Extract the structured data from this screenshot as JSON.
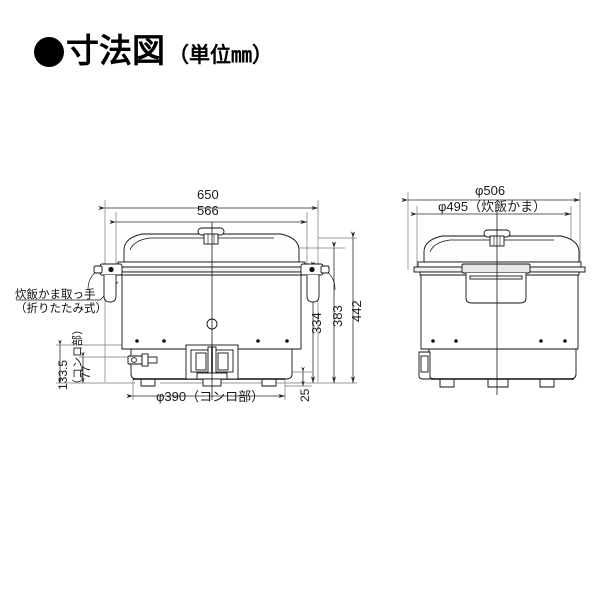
{
  "title": {
    "bullet_icon": "filled-circle-bullet",
    "main": "寸法図",
    "unit": "（単位㎜）"
  },
  "drawing": {
    "units": "mm",
    "views": [
      {
        "name": "front-view",
        "label": "front elevation of gas rice cooker"
      },
      {
        "name": "side-view",
        "label": "side elevation of gas rice cooker"
      }
    ]
  },
  "front_view": {
    "dimensions": {
      "overall_width": "650",
      "body_width": "566",
      "height_to_pot_rim": "334",
      "height_to_lid": "383",
      "overall_height": "442",
      "burner_diameter": "φ390（コンロ部）",
      "burner_height": "133.5",
      "burner_height_note": "（コンロ部）",
      "leg_height": "77",
      "base_offset": "25"
    },
    "annotations": {
      "handle_line1": "炊飯かま取っ手",
      "handle_line2": "（折りたたみ式）"
    }
  },
  "side_view": {
    "dimensions": {
      "outer_diameter": "φ506",
      "pot_diameter": "φ495（炊飯かま）"
    }
  }
}
